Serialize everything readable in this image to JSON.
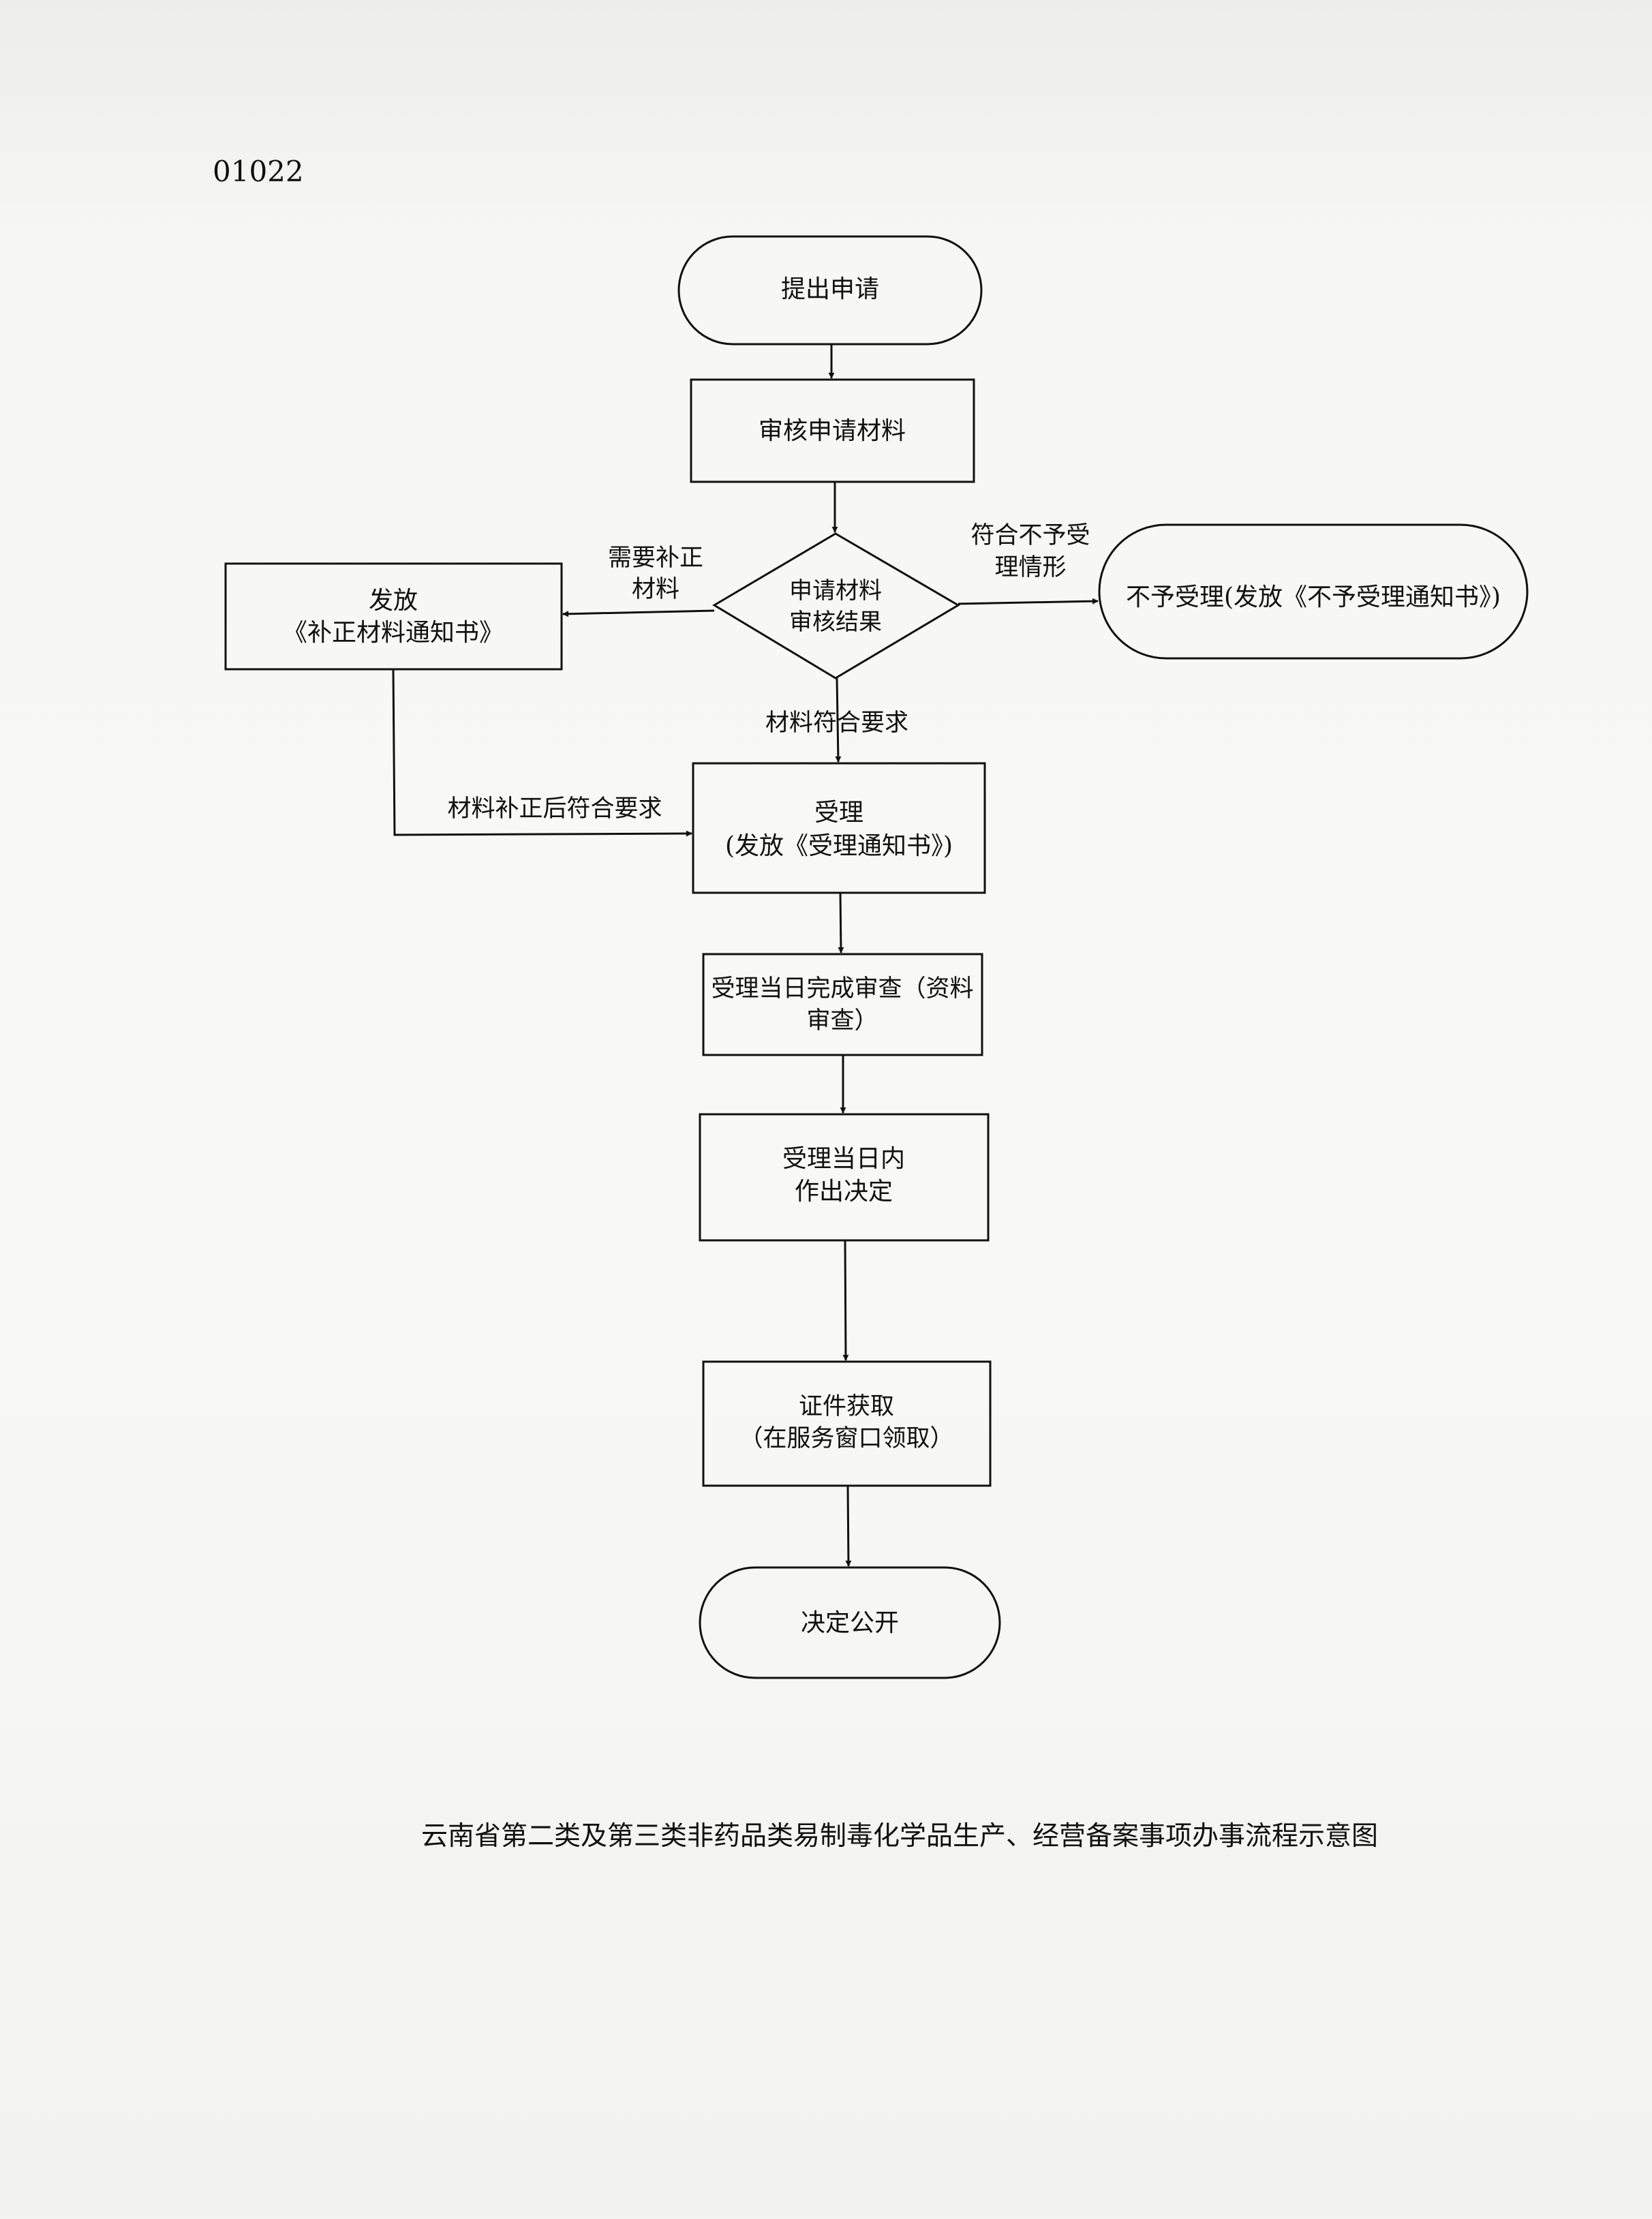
{
  "doc_code": "01022",
  "nodes": {
    "start": {
      "line1": "提出申请"
    },
    "review": {
      "line1": "审核申请材料"
    },
    "decision": {
      "line1": "申请材料",
      "line2": "审核结果"
    },
    "supplement": {
      "line1": "发放",
      "line2": "《补正材料通知书》"
    },
    "reject": {
      "line1": "不予受理(发放《不予受理通知书》)"
    },
    "accept": {
      "line1": "受理",
      "line2": "(发放《受理通知书》)"
    },
    "check": {
      "line1": "受理当日完成审查（资料",
      "line2": "审查）"
    },
    "decide": {
      "line1": "受理当日内",
      "line2": "作出决定"
    },
    "certificate": {
      "line1": "证件获取",
      "line2": "（在服务窗口领取）"
    },
    "publish": {
      "line1": "决定公开"
    }
  },
  "edge_labels": {
    "need_supplement": {
      "line1": "需要补正",
      "line2": "材料"
    },
    "no_accept": {
      "line1": "符合不予受",
      "line2": "理情形"
    },
    "meets": "材料符合要求",
    "after_supplement": "材料补正后符合要求"
  },
  "caption": "云南省第二类及第三类非药品类易制毒化学品生产、经营备案事项办事流程示意图"
}
